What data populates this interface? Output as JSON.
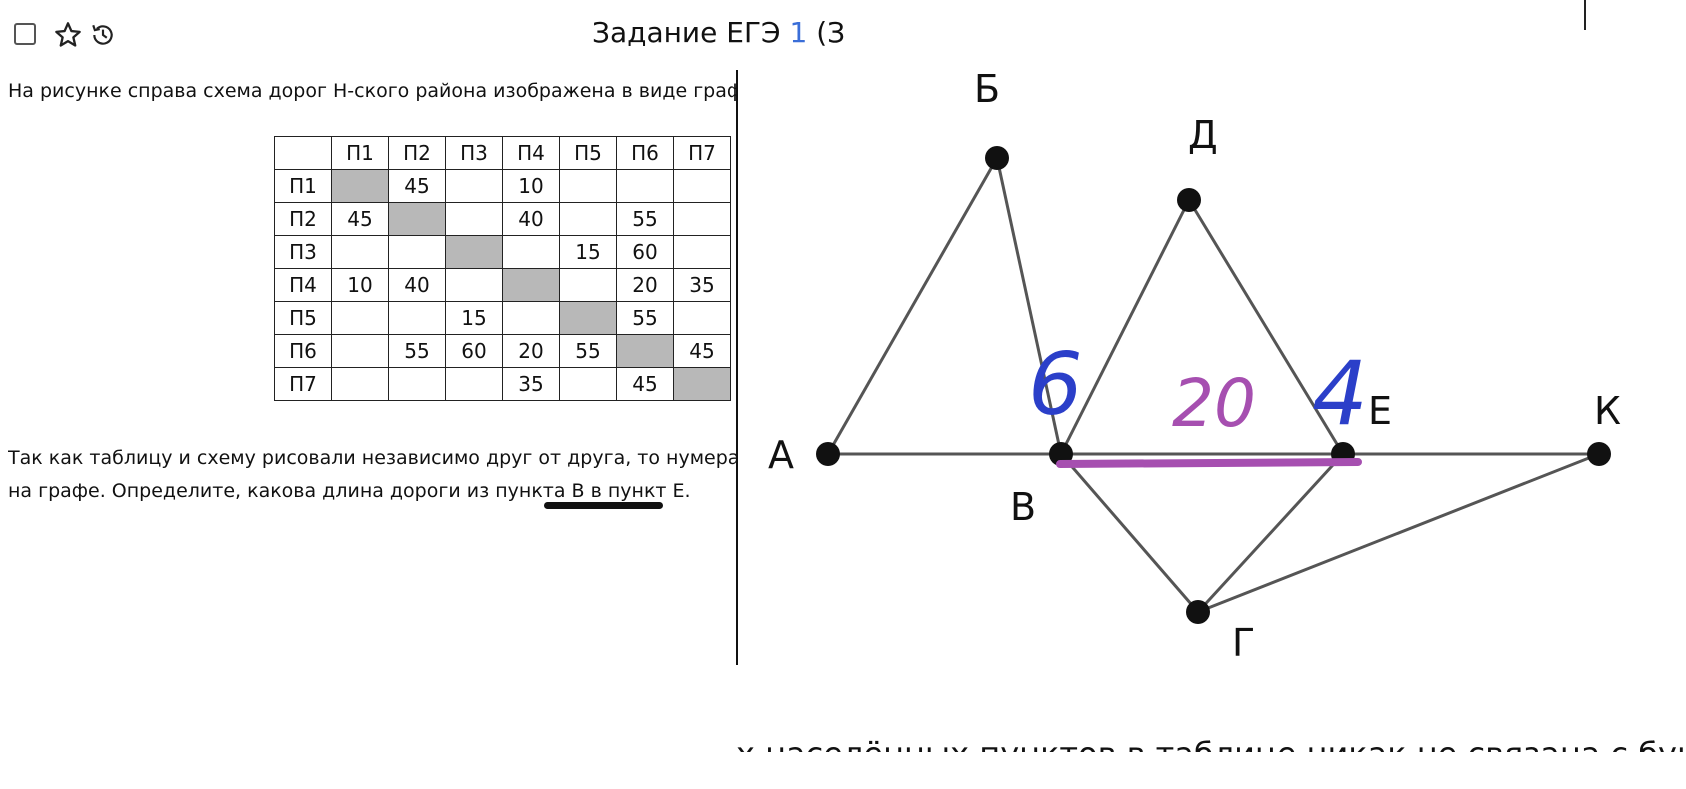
{
  "header": {
    "title_main": "Задание ЕГЭ ",
    "title_link": "1",
    "title_rest": " (З",
    "title_tail": "№ 13)"
  },
  "icons": [
    "checkbox-icon",
    "star-icon",
    "history-icon"
  ],
  "task": {
    "paragraph1": "На рисунке справа схема дорог Н-ского района изображена в виде графа,",
    "paragraph2_line1": "Так как таблицу и схему рисовали независимо друг от друга, то нумераци",
    "paragraph2_line2": "на графе. Определите, какова длина дороги из пункта В в пункт Е."
  },
  "table": {
    "headers": [
      "",
      "П1",
      "П2",
      "П3",
      "П4",
      "П5",
      "П6",
      "П7"
    ],
    "rows": [
      [
        "П1",
        "",
        "45",
        "",
        "10",
        "",
        "",
        ""
      ],
      [
        "П2",
        "45",
        "",
        "",
        "40",
        "",
        "55",
        ""
      ],
      [
        "П3",
        "",
        "",
        "",
        "",
        "15",
        "60",
        ""
      ],
      [
        "П4",
        "10",
        "40",
        "",
        "",
        "",
        "20",
        "35"
      ],
      [
        "П5",
        "",
        "",
        "15",
        "",
        "",
        "55",
        ""
      ],
      [
        "П6",
        "",
        "55",
        "60",
        "20",
        "55",
        "",
        "45"
      ],
      [
        "П7",
        "",
        "",
        "",
        "35",
        "",
        "45",
        ""
      ]
    ]
  },
  "graph": {
    "nodes": {
      "A": "А",
      "B": "Б",
      "V": "В",
      "G": "Г",
      "D": "Д",
      "E": "Е",
      "K": "К"
    },
    "annotations": {
      "degree_v": "6",
      "degree_e": "4",
      "length_ve": "20"
    },
    "colors": {
      "annotation_blue": "#2b3fc9",
      "annotation_purple": "#a64fb0"
    }
  },
  "bottom_partial": "х населённых пунктов в таблице никак не связана с букв"
}
